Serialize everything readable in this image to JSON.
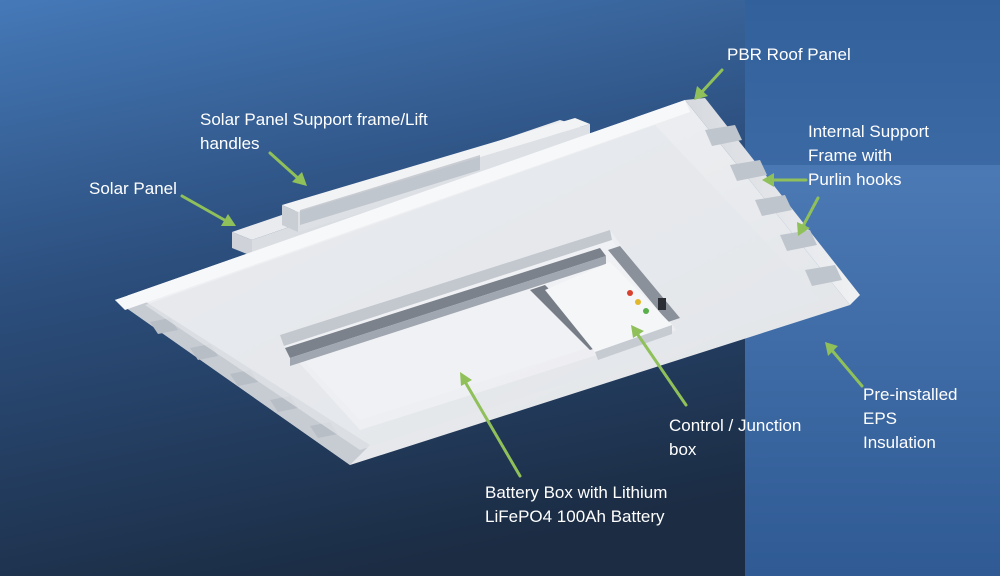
{
  "colors": {
    "background_top": "#3f74b4",
    "background_bottom": "#1d3049",
    "right_panel": "#3a6aa6",
    "arrow": "#8fc05a",
    "label_text": "#ffffff",
    "unit_body": "#ecedef",
    "unit_shadow": "#b7bcc4"
  },
  "labels": {
    "pbr_roof_panel": [
      "PBR Roof Panel"
    ],
    "support_frame": [
      "Solar Panel Support frame/Lift",
      "handles"
    ],
    "internal_frame": [
      "Internal Support",
      "Frame with",
      "Purlin hooks"
    ],
    "solar_panel": [
      "Solar Panel"
    ],
    "eps_insulation": [
      "Pre-installed",
      "EPS",
      "Insulation"
    ],
    "control_box": [
      "Control / Junction",
      "box"
    ],
    "battery_box": [
      "Battery Box with Lithium",
      "LiFePO4 100Ah Battery"
    ]
  },
  "indicator_leds": [
    "red-led",
    "yellow-led",
    "green-led"
  ]
}
